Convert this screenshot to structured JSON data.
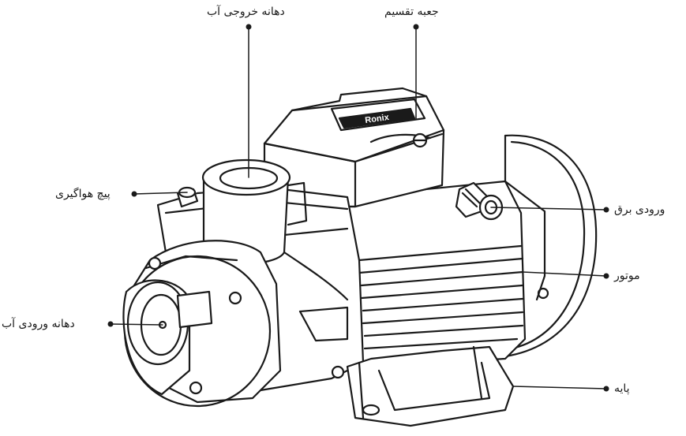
{
  "labels": {
    "water_outlet": "دهانه خروجی آب",
    "junction_box": "جعبه تقسیم",
    "air_vent_screw": "پیچ هواگیری",
    "power_input": "ورودی برق",
    "motor": "موتور",
    "water_inlet": "دهانه ورودی آب",
    "base": "پایه"
  },
  "brand": "Ronix",
  "colors": {
    "ink": "#1a1a1a",
    "paper": "#ffffff"
  }
}
